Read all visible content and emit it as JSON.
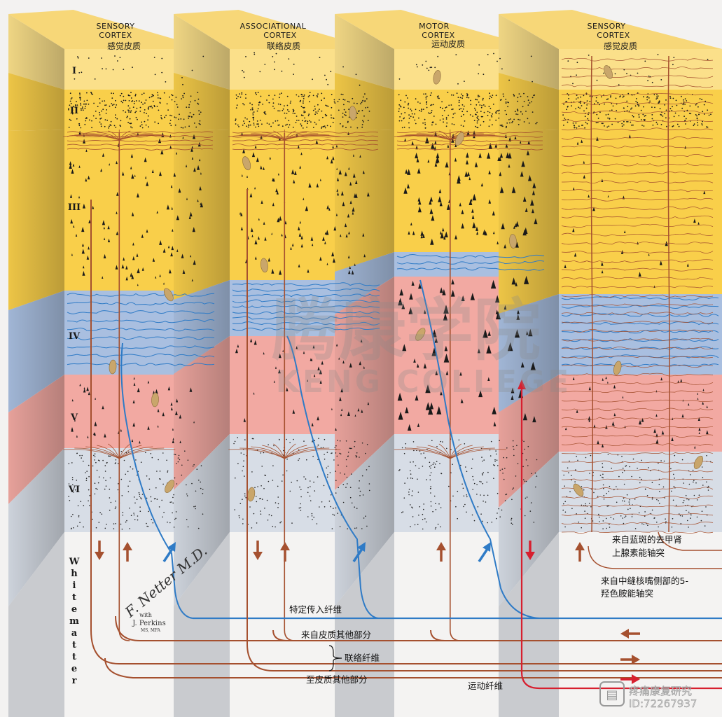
{
  "columns": [
    {
      "title_line1": "SENSORY",
      "title_line2": "CORTEX",
      "subtitle": "感觉皮质"
    },
    {
      "title_line1": "ASSOCIATIONAL",
      "title_line2": "CORTEX",
      "subtitle": "联络皮质"
    },
    {
      "title_line1": "MOTOR",
      "title_line2": "CORTEX",
      "subtitle": "运动皮质"
    },
    {
      "title_line1": "SENSORY",
      "title_line2": "CORTEX",
      "subtitle": "感觉皮质"
    }
  ],
  "layers": [
    "I",
    "II",
    "III",
    "IV",
    "V",
    "VI"
  ],
  "white_matter_label": "White matter",
  "annotations": {
    "specific_afferent": "特定传入纤维",
    "from_other_cortex": "来自皮质其他部分",
    "association_fibers": "联络纤维",
    "to_other_cortex": "至皮质其他部分",
    "motor_fibers": "运动纤维",
    "locus_line1": "来自蓝斑的去甲肾",
    "locus_line2": "上腺素能轴突",
    "raphe_line1": "来自中缝核嘴侧部的5-",
    "raphe_line2": "羟色胺能轴突"
  },
  "signature": {
    "name": "F. Netter M.D.",
    "with": "with",
    "coauthor": "J. Perkins",
    "credentials": "MS, MFA"
  },
  "watermarks": {
    "center_cn": "腾康学院",
    "center_en": "KENG COLLEGE",
    "corner_cn": "疼痛康复研究",
    "corner_id": "ID:72267937"
  },
  "colors": {
    "layer_yellow": "#f9cf4a",
    "layer_light_yellow": "#fbe08a",
    "layer_blue": "#a9bfe0",
    "layer_pink": "#f2a9a2",
    "layer_grey": "#d7dde6",
    "neuron_brown": "#a5502f",
    "afferent_blue": "#2f7bc6",
    "motor_red": "#d71f2f"
  }
}
